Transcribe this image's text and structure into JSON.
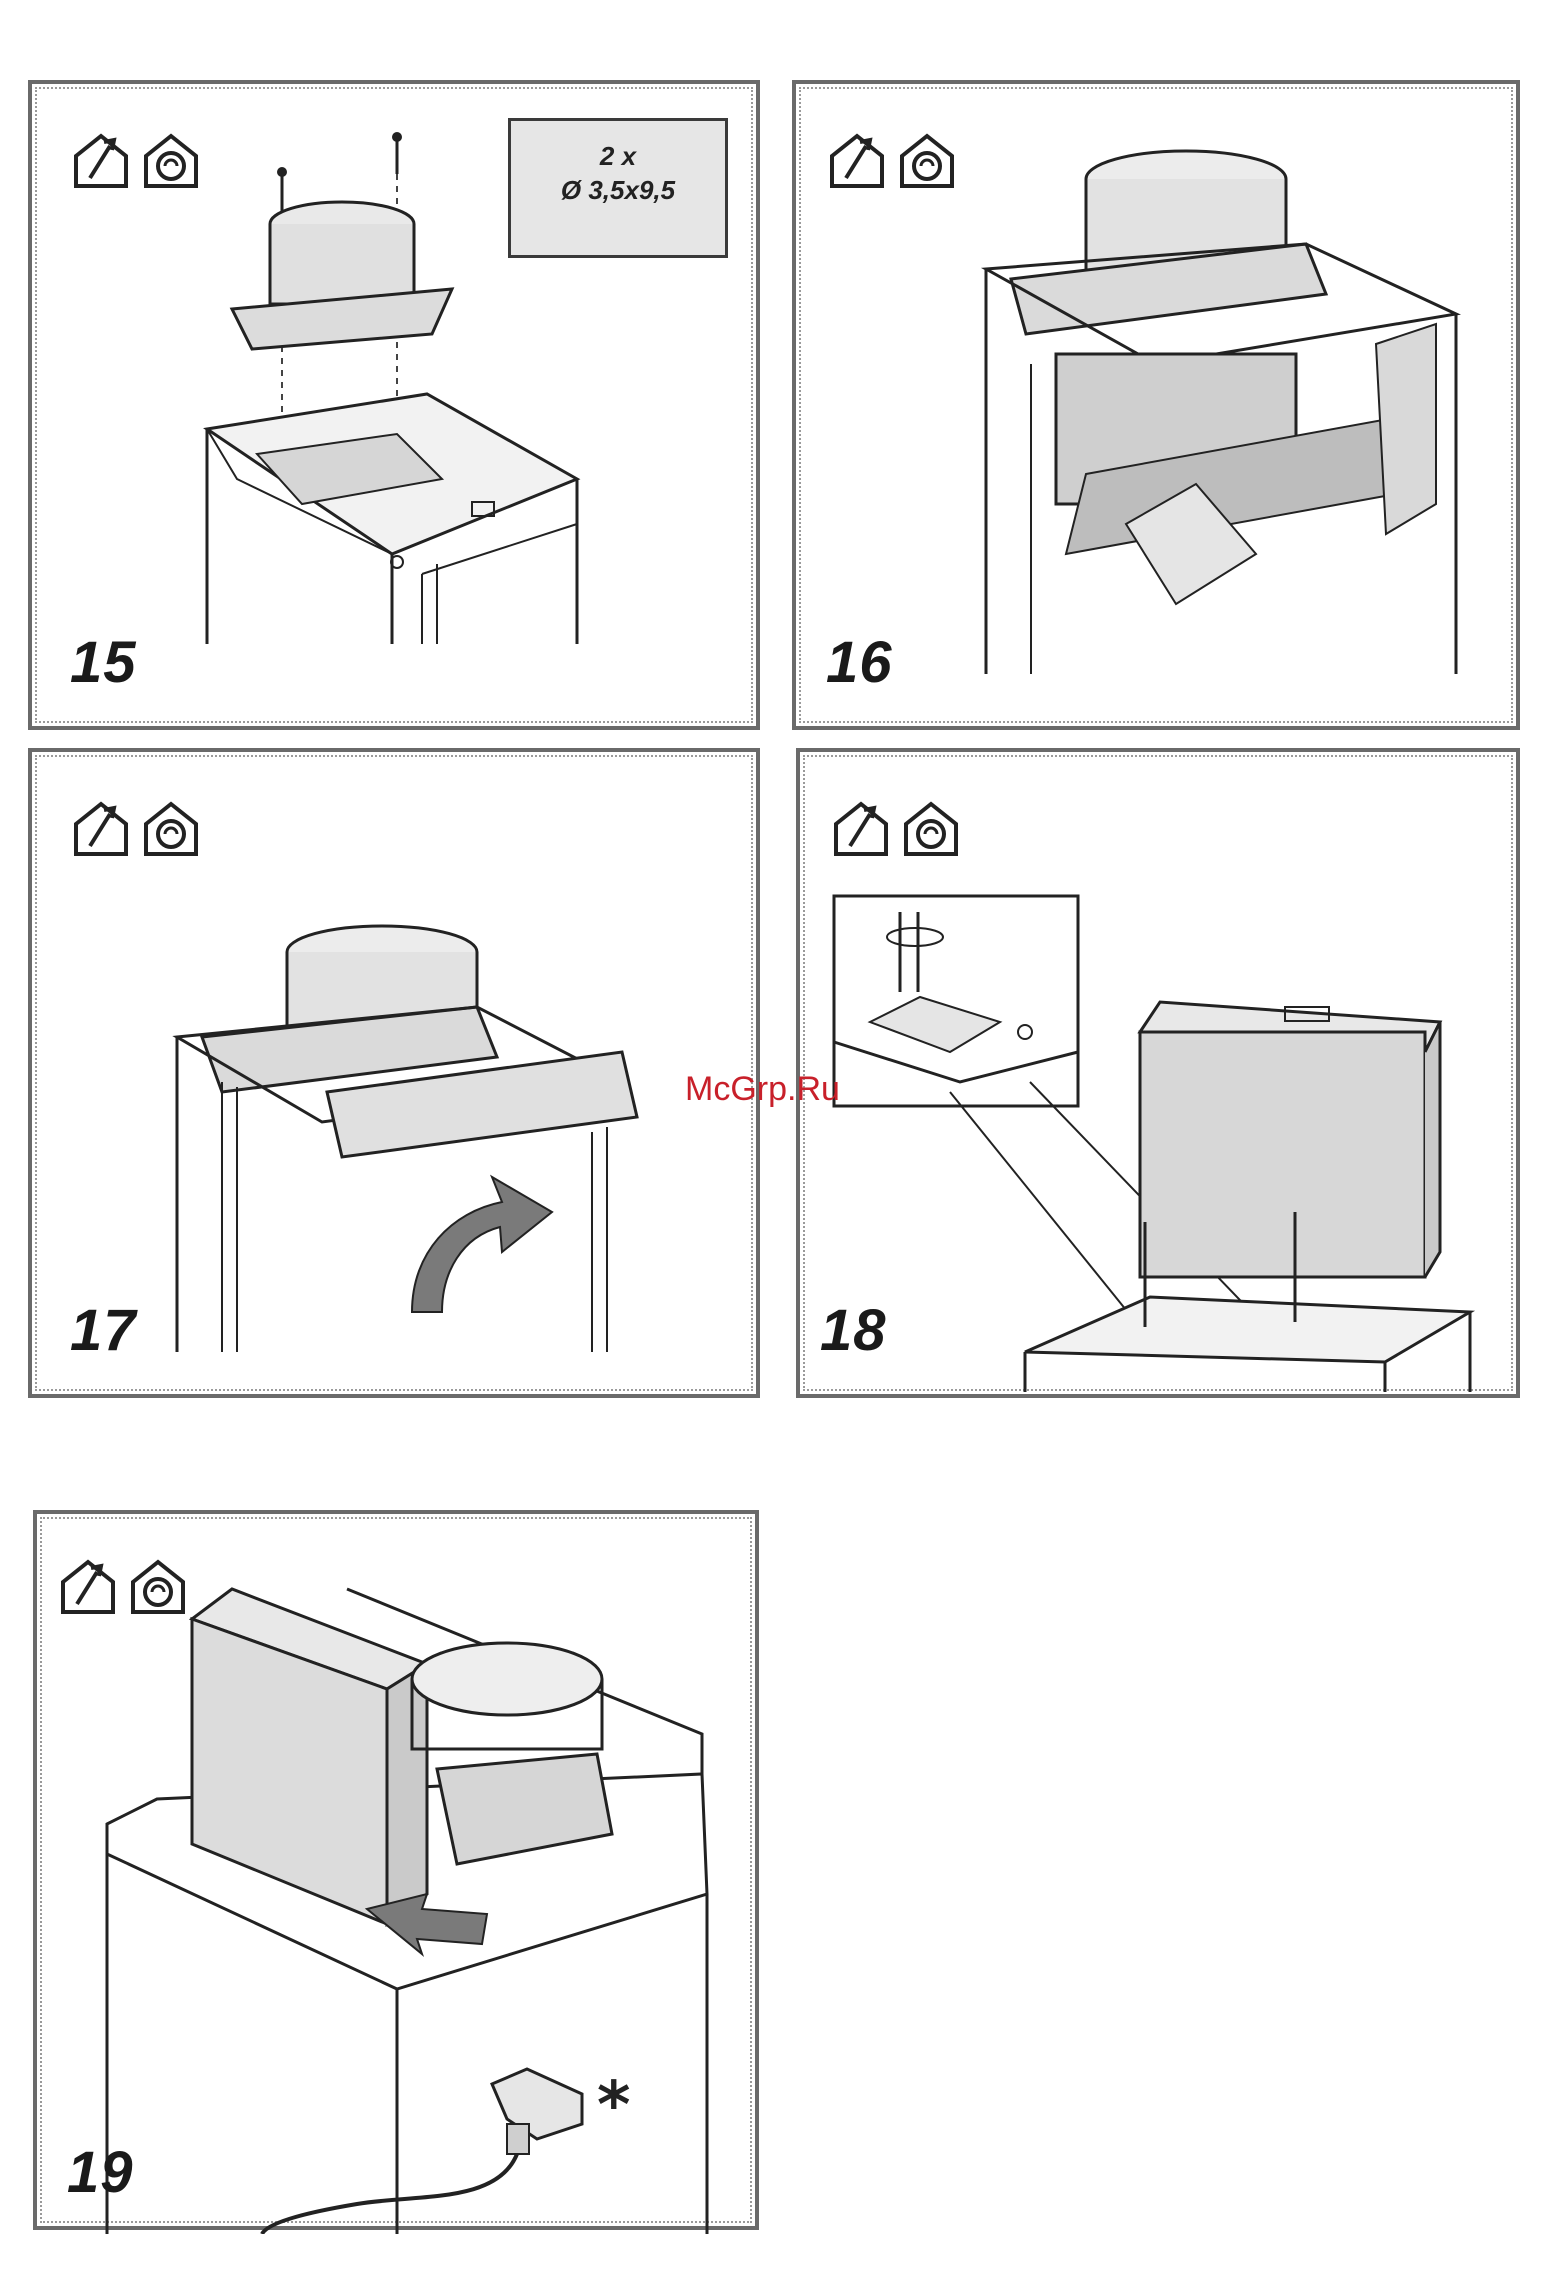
{
  "panels": [
    {
      "step": "15",
      "icons": [
        "vent-out-icon",
        "recirculation-icon"
      ]
    },
    {
      "step": "16",
      "icons": [
        "vent-out-icon",
        "recirculation-icon"
      ]
    },
    {
      "step": "17",
      "icons": [
        "vent-out-icon",
        "recirculation-icon"
      ]
    },
    {
      "step": "18",
      "icons": [
        "vent-out-icon",
        "recirculation-icon"
      ]
    },
    {
      "step": "19",
      "icons": [
        "vent-out-icon",
        "recirculation-icon"
      ]
    }
  ],
  "screws": {
    "quantity": "2 x",
    "size": "Ø 3,5x9,5"
  },
  "note_marker": "*",
  "watermark": "McGrp.Ru"
}
